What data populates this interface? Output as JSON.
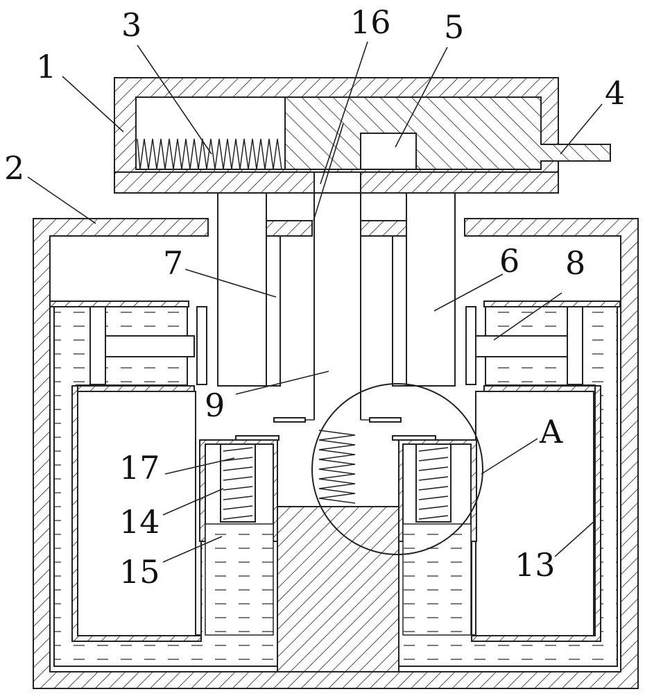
{
  "labels": {
    "l1": "1",
    "l2": "2",
    "l3": "3",
    "l4": "4",
    "l5": "5",
    "l6": "6",
    "l7": "7",
    "l8": "8",
    "l9": "9",
    "l13": "13",
    "l14": "14",
    "l15": "15",
    "l16": "16",
    "l17": "17",
    "lA": "A"
  }
}
